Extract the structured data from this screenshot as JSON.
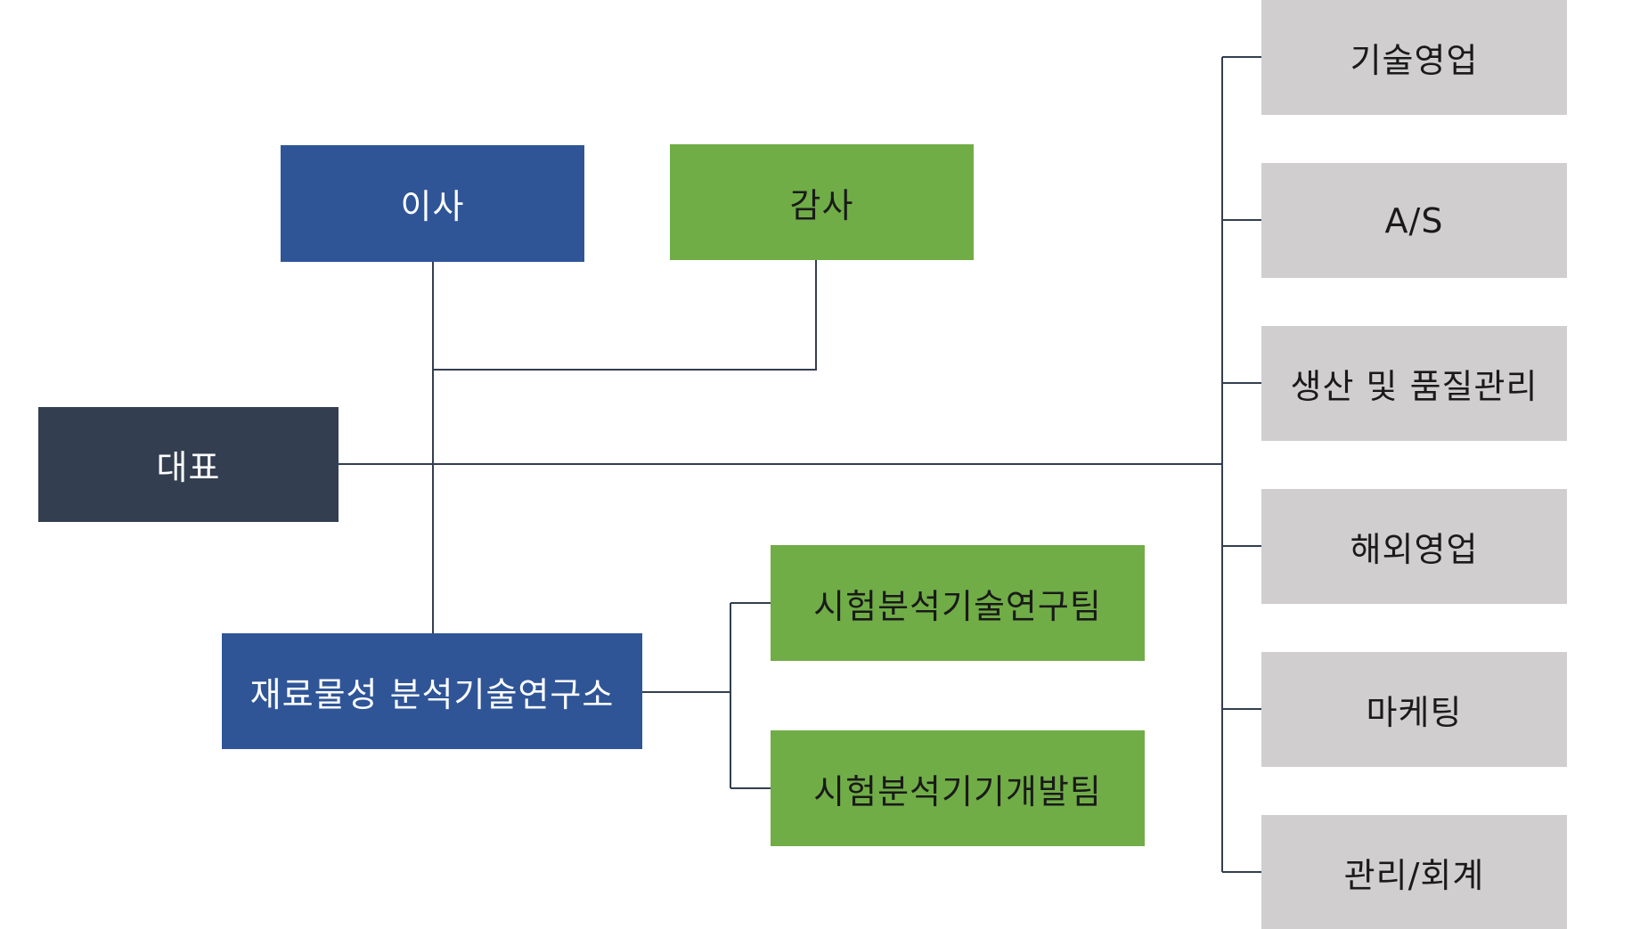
{
  "chart": {
    "ceo": "대표",
    "director": "이사",
    "auditor": "감사",
    "institute": "재료물성 분석기술연구소",
    "teams": [
      "시험분석기술연구팀",
      "시험분석기기개발팀"
    ],
    "departments": [
      "기술영업",
      "A/S",
      "생산 및 품질관리",
      "해외영업",
      "마케팅",
      "관리/회계"
    ]
  },
  "colors": {
    "navy": "#2f5597",
    "dark": "#333f50",
    "green": "#70ad47",
    "grey": "#d0cece",
    "line": "#333f50"
  }
}
